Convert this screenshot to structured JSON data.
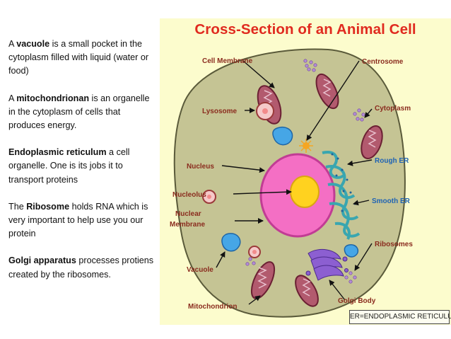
{
  "left_panel": {
    "paragraphs": [
      {
        "term": "A ",
        "bold": "vacuole",
        "rest": " is a small pocket in the cytoplasm filled with liquid (water or food)"
      },
      {
        "term": "A ",
        "bold": "mitochondrionan",
        "rest": " is an organelle in the cytoplasm of cells that produces energy."
      },
      {
        "term": "",
        "bold": "Endoplasmic reticulum",
        "rest": " a cell organelle. One is its jobs it to transport proteins"
      },
      {
        "term": "The ",
        "bold": "Ribosome",
        "rest": " holds RNA which is very important to help use you our protein"
      },
      {
        "term": "",
        "bold": "Golgi apparatus",
        "rest": " processes protiens created by the ribosomes."
      }
    ]
  },
  "figure": {
    "title": "Cross-Section of an Animal Cell",
    "labels": {
      "cell_membrane": "Cell Membrane",
      "centrosome": "Centrosome",
      "lysosome": "Lysosome",
      "cytoplasm": "Cytoplasm",
      "nucleus": "Nucleus",
      "rough_er": "Rough ER",
      "nucleolus": "Nucleolus",
      "smooth_er": "Smooth ER",
      "nuclear": "Nuclear",
      "membrane": "Membrane",
      "vacuole": "Vacuole",
      "ribosomes": "Ribosomes",
      "golgi_body": "Golgi Body",
      "mitochondrion": "Mitochondrion"
    },
    "note": "ER=ENDOPLASMIC RETICULUM",
    "colors": {
      "title": "#e02a1f",
      "label_brown": "#8a2b1e",
      "label_blue": "#1f63b4",
      "cytoplasm": "#c5c494",
      "nucleus": "#f46fc4",
      "nucleolus": "#ffd21f"
    }
  }
}
